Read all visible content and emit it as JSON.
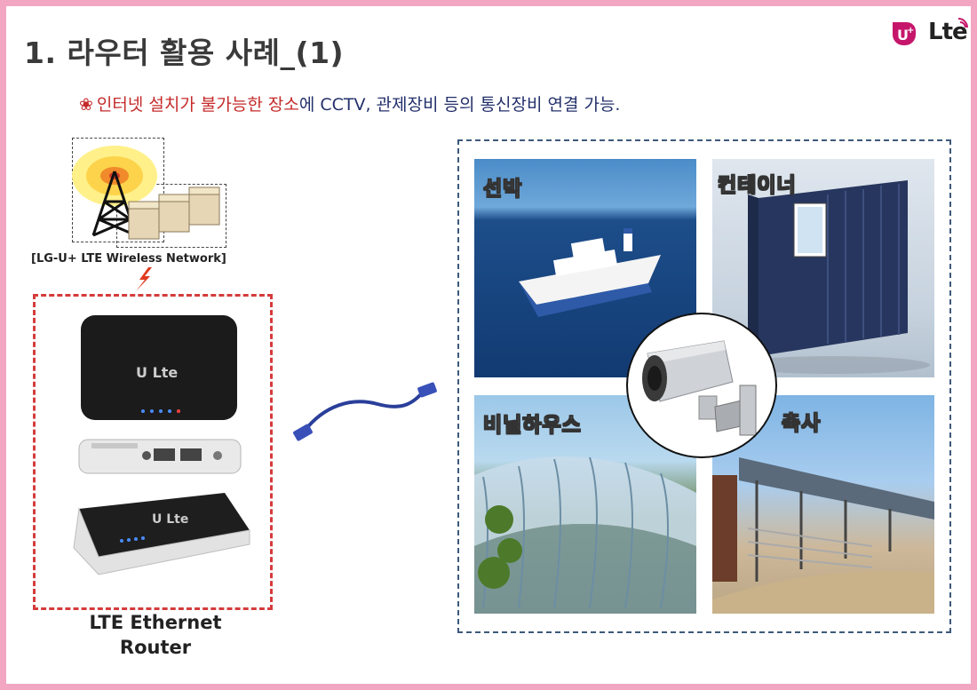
{
  "title": "1. 라우터 활용 사례_(1)",
  "logo": {
    "text": "Lte"
  },
  "subtitle": {
    "highlight": "인터넷 설치가 불가능한 장소",
    "rest": "에 CCTV, 관제장비 등의 통신장비 연결 가능."
  },
  "network": {
    "label": "[LG-U+ LTE Wireless Network]"
  },
  "router": {
    "label_line1": "LTE Ethernet",
    "label_line2": "Router",
    "device_logo": "Lte"
  },
  "photos": {
    "ship": "선박",
    "container": "컨테이너",
    "greenhouse": "비닐하우스",
    "barn": "축사"
  },
  "colors": {
    "frame_border": "#f2a6c2",
    "router_box_border": "#d43c3c",
    "photo_frame_border": "#3d5a7a",
    "subtitle_highlight": "#c52a2a",
    "subtitle_text": "#23306b"
  }
}
